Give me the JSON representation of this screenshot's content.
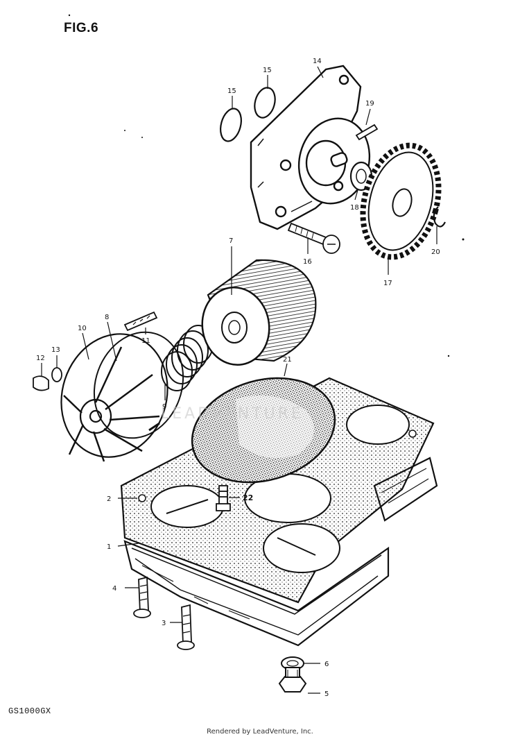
{
  "figure": {
    "title": "FIG.6",
    "model_code": "GS1000GX",
    "footer": "Rendered by LeadVenture, Inc.",
    "watermark": "LEADVENTURE"
  },
  "callouts": [
    {
      "number": "1"
    },
    {
      "number": "2"
    },
    {
      "number": "3"
    },
    {
      "number": "4"
    },
    {
      "number": "5"
    },
    {
      "number": "6"
    },
    {
      "number": "7"
    },
    {
      "number": "8"
    },
    {
      "number": "9"
    },
    {
      "number": "10"
    },
    {
      "number": "11"
    },
    {
      "number": "12"
    },
    {
      "number": "13"
    },
    {
      "number": "14"
    },
    {
      "number": "15"
    },
    {
      "number": "15"
    },
    {
      "number": "16"
    },
    {
      "number": "17"
    },
    {
      "number": "18"
    },
    {
      "number": "19"
    },
    {
      "number": "20"
    },
    {
      "number": "21"
    },
    {
      "number": "22"
    }
  ]
}
